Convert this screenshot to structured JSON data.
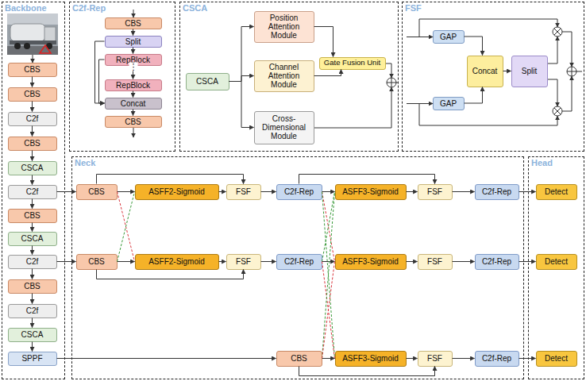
{
  "diagram": {
    "nodes": [
      {
        "text": [
          "Backbone"
        ]
      },
      {
        "text": [
          "CBS"
        ],
        "in": 0
      },
      {
        "text": [
          "CBS"
        ],
        "in": 0
      },
      {
        "text": [
          "C2f"
        ],
        "in": 0
      },
      {
        "text": [
          "CBS"
        ],
        "in": 0
      },
      {
        "text": [
          "CSCA"
        ],
        "in": 0
      },
      {
        "text": [
          "C2f"
        ],
        "in": 0
      },
      {
        "text": [
          "CBS"
        ],
        "in": 0
      },
      {
        "text": [
          "CSCA"
        ],
        "in": 0
      },
      {
        "text": [
          "C2f"
        ],
        "in": 0
      },
      {
        "text": [
          "CBS"
        ],
        "in": 0
      },
      {
        "text": [
          "C2f"
        ],
        "in": 0
      },
      {
        "text": [
          "CSCA"
        ],
        "in": 0
      },
      {
        "text": [
          "SPPF"
        ],
        "in": 0
      },
      {
        "text": [
          "C2f-Rep"
        ]
      },
      {
        "text": [
          "CBS"
        ],
        "in": 14
      },
      {
        "text": [
          "Split"
        ],
        "in": 14
      },
      {
        "text": [
          "RepBlock"
        ],
        "in": 14
      },
      {
        "text": [
          "RepBlock"
        ],
        "in": 14
      },
      {
        "text": [
          "Concat"
        ],
        "in": 14
      },
      {
        "text": [
          "CBS"
        ],
        "in": 14
      },
      {
        "text": [
          "CSCA"
        ]
      },
      {
        "text": [
          "CSCA"
        ],
        "in": 21
      },
      {
        "text": [
          "Position Attention Module"
        ],
        "in": 21
      },
      {
        "text": [
          "Channel Attention Module"
        ],
        "in": 21
      },
      {
        "text": [
          "Cross-Dimensional Module"
        ],
        "in": 21
      },
      {
        "text": [
          "Gate Fusion Unit"
        ],
        "in": 21
      },
      {
        "text": [
          "FSF"
        ]
      },
      {
        "text": [
          "GAP"
        ],
        "in": 27
      },
      {
        "text": [
          "GAP"
        ],
        "in": 27
      },
      {
        "text": [
          "Concat"
        ],
        "in": 27
      },
      {
        "text": [
          "Split"
        ],
        "in": 27
      },
      {
        "text": [
          "Neck"
        ]
      },
      {
        "text": [
          "CBS"
        ],
        "in": 32
      },
      {
        "text": [
          "ASFF2-Sigmoid"
        ],
        "in": 32
      },
      {
        "text": [
          "FSF"
        ],
        "in": 32
      },
      {
        "text": [
          "C2f-Rep"
        ],
        "in": 32
      },
      {
        "text": [
          "ASFF3-Sigmoid"
        ],
        "in": 32
      },
      {
        "text": [
          "FSF"
        ],
        "in": 32
      },
      {
        "text": [
          "C2f-Rep"
        ],
        "in": 32
      },
      {
        "text": [
          "CBS"
        ],
        "in": 32
      },
      {
        "text": [
          "ASFF2-Sigmoid"
        ],
        "in": 32
      },
      {
        "text": [
          "FSF"
        ],
        "in": 32
      },
      {
        "text": [
          "C2f-Rep"
        ],
        "in": 32
      },
      {
        "text": [
          "ASFF3-Sigmoid"
        ],
        "in": 32
      },
      {
        "text": [
          "FSF"
        ],
        "in": 32
      },
      {
        "text": [
          "C2f-Rep"
        ],
        "in": 32
      },
      {
        "text": [
          "CBS"
        ],
        "in": 32
      },
      {
        "text": [
          "ASFF3-Sigmoid"
        ],
        "in": 32
      },
      {
        "text": [
          "FSF"
        ],
        "in": 32
      },
      {
        "text": [
          "C2f-Rep"
        ],
        "in": 32
      },
      {
        "text": [
          "Head"
        ]
      },
      {
        "text": [
          "Detect"
        ],
        "in": 51
      },
      {
        "text": [
          "Detect"
        ],
        "in": 51
      },
      {
        "text": [
          "Detect"
        ],
        "in": 51
      }
    ],
    "edges": [
      {
        "from": 1,
        "to": 2,
        "arrow": "to"
      },
      {
        "from": 2,
        "to": 3,
        "arrow": "to"
      },
      {
        "from": 3,
        "to": 4,
        "arrow": "to"
      },
      {
        "from": 4,
        "to": 5,
        "arrow": "to"
      },
      {
        "from": 5,
        "to": 6,
        "arrow": "to"
      },
      {
        "from": 6,
        "to": 7,
        "arrow": "to"
      },
      {
        "from": 7,
        "to": 8,
        "arrow": "to"
      },
      {
        "from": 8,
        "to": 9,
        "arrow": "to"
      },
      {
        "from": 9,
        "to": 10,
        "arrow": "to"
      },
      {
        "from": 10,
        "to": 11,
        "arrow": "to"
      },
      {
        "from": 11,
        "to": 12,
        "arrow": "to"
      },
      {
        "from": 12,
        "to": 13,
        "arrow": "to"
      },
      {
        "from": 15,
        "to": 16,
        "arrow": "to"
      },
      {
        "from": 16,
        "to": 17,
        "arrow": "to"
      },
      {
        "from": 17,
        "to": 18,
        "arrow": "to"
      },
      {
        "from": 18,
        "to": 19,
        "arrow": "to"
      },
      {
        "from": 19,
        "to": 20,
        "arrow": "to"
      },
      {
        "from": 16,
        "to": 19,
        "arrow": "to"
      },
      {
        "from": 17,
        "to": 19,
        "arrow": "to"
      },
      {
        "from": 22,
        "to": 23,
        "arrow": "to"
      },
      {
        "from": 22,
        "to": 24,
        "arrow": "to"
      },
      {
        "from": 22,
        "to": 25,
        "arrow": "to"
      },
      {
        "from": 23,
        "to": 26,
        "arrow": "to"
      },
      {
        "from": 24,
        "to": 26,
        "arrow": "to"
      },
      {
        "from": 28,
        "to": 30,
        "arrow": "to"
      },
      {
        "from": 29,
        "to": 30,
        "arrow": "to"
      },
      {
        "from": 30,
        "to": 31,
        "arrow": "to"
      },
      {
        "from": 6,
        "to": 33,
        "arrow": "to"
      },
      {
        "from": 9,
        "to": 40,
        "arrow": "to"
      },
      {
        "from": 13,
        "to": 47,
        "arrow": "to"
      },
      {
        "from": 33,
        "to": 34,
        "arrow": "to"
      },
      {
        "from": 33,
        "to": 41,
        "arrow": "none"
      },
      {
        "from": 40,
        "to": 41,
        "arrow": "to"
      },
      {
        "from": 40,
        "to": 34,
        "arrow": "none"
      },
      {
        "from": 33,
        "to": 35,
        "arrow": "to"
      },
      {
        "from": 34,
        "to": 35,
        "arrow": "to"
      },
      {
        "from": 40,
        "to": 42,
        "arrow": "to"
      },
      {
        "from": 41,
        "to": 42,
        "arrow": "to"
      },
      {
        "from": 35,
        "to": 36,
        "arrow": "to"
      },
      {
        "from": 42,
        "to": 43,
        "arrow": "to"
      },
      {
        "from": 36,
        "to": 37,
        "arrow": "to"
      },
      {
        "from": 36,
        "to": 44,
        "arrow": "none"
      },
      {
        "from": 36,
        "to": 48,
        "arrow": "none"
      },
      {
        "from": 43,
        "to": 44,
        "arrow": "to"
      },
      {
        "from": 43,
        "to": 37,
        "arrow": "none"
      },
      {
        "from": 43,
        "to": 48,
        "arrow": "none"
      },
      {
        "from": 47,
        "to": 48,
        "arrow": "to"
      },
      {
        "from": 47,
        "to": 37,
        "arrow": "none"
      },
      {
        "from": 47,
        "to": 44,
        "arrow": "none"
      },
      {
        "from": 36,
        "to": 38,
        "arrow": "to"
      },
      {
        "from": 37,
        "to": 38,
        "arrow": "to"
      },
      {
        "from": 38,
        "to": 39,
        "arrow": "to"
      },
      {
        "from": 44,
        "to": 45,
        "arrow": "to"
      },
      {
        "from": 45,
        "to": 46,
        "arrow": "to"
      },
      {
        "from": 47,
        "to": 49,
        "arrow": "to"
      },
      {
        "from": 48,
        "to": 49,
        "arrow": "to"
      },
      {
        "from": 49,
        "to": 50,
        "arrow": "to"
      },
      {
        "from": 39,
        "to": 52,
        "arrow": "to"
      },
      {
        "from": 46,
        "to": 53,
        "arrow": "to"
      },
      {
        "from": 50,
        "to": 54,
        "arrow": "to"
      }
    ],
    "labels": [
      "⋮"
    ]
  }
}
